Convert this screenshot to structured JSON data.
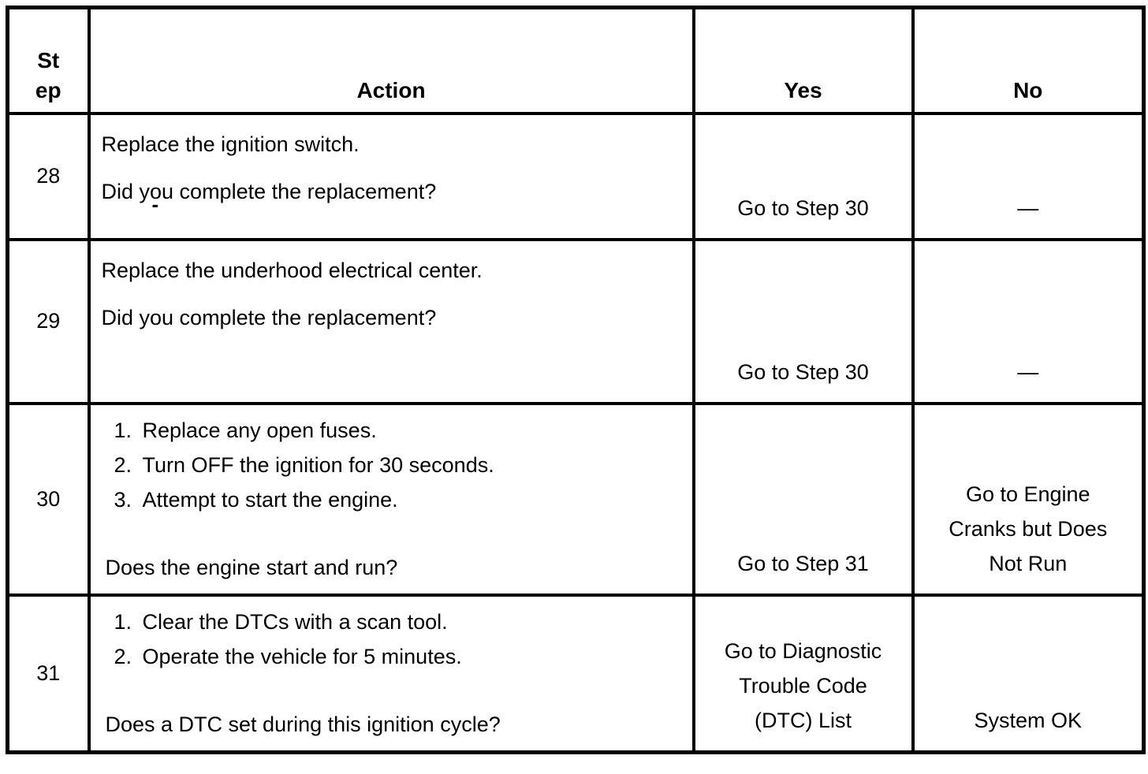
{
  "header": {
    "step_lines": [
      "St",
      "ep"
    ],
    "action": "Action",
    "yes": "Yes",
    "no": "No"
  },
  "rows": [
    {
      "step": "28",
      "action_paragraphs": [
        "Replace the ignition switch.",
        "Did you complete the replacement?"
      ],
      "yes_lines": [
        "Go to Step 30"
      ],
      "no_lines": [
        "—"
      ]
    },
    {
      "step": "29",
      "action_paragraphs": [
        "Replace the underhood electrical center.",
        "Did you complete the replacement?"
      ],
      "yes_lines": [
        "Go to Step 30"
      ],
      "no_lines": [
        "—"
      ]
    },
    {
      "step": "30",
      "action_list": [
        {
          "num": "1.",
          "text": "Replace any open fuses."
        },
        {
          "num": "2.",
          "text": "Turn OFF the ignition for 30 seconds."
        },
        {
          "num": "3.",
          "text": "Attempt to start the engine."
        }
      ],
      "action_question": "Does the engine start and run?",
      "yes_lines": [
        "Go to Step 31"
      ],
      "no_lines": [
        "Go to Engine",
        "Cranks but Does",
        "Not Run"
      ]
    },
    {
      "step": "31",
      "action_list": [
        {
          "num": "1.",
          "text": "Clear the DTCs with a scan tool."
        },
        {
          "num": "2.",
          "text": "Operate the vehicle for 5 minutes."
        }
      ],
      "action_question": "Does a DTC set during this ignition cycle?",
      "yes_lines": [
        "Go to Diagnostic",
        "Trouble Code",
        "(DTC) List"
      ],
      "no_lines": [
        "System OK"
      ]
    }
  ],
  "artifact_dash": "-",
  "colors": {
    "border": "#000000",
    "text": "#000000",
    "background": "#ffffff"
  }
}
